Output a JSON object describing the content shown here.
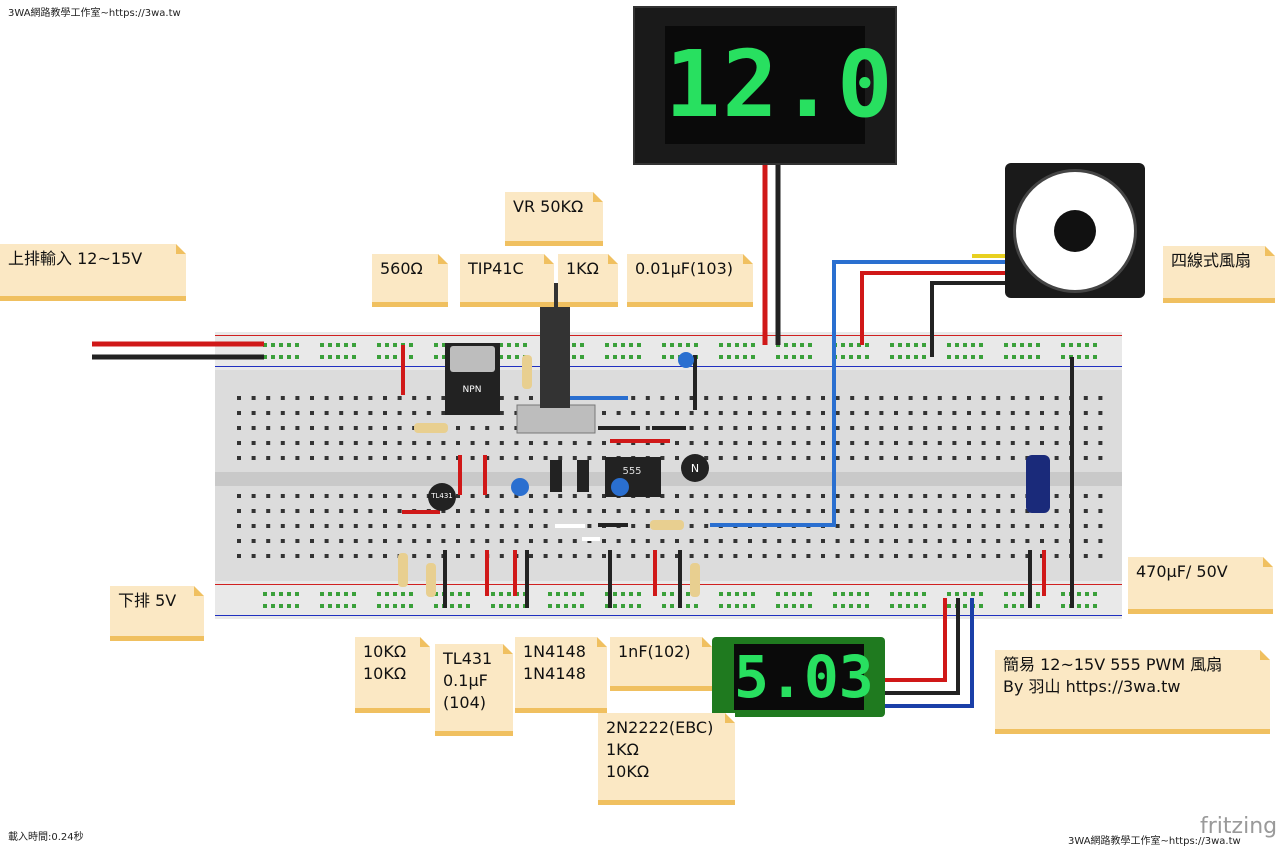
{
  "watermarks": {
    "top_left": "3WA網路教學工作室~https://3wa.tw",
    "bottom_left": "載入時間:0.24秒",
    "bottom_right": "3WA網路教學工作室~https://3wa.tw",
    "fritzing": "fritzing"
  },
  "displays": {
    "top_voltmeter": "12.0",
    "bottom_voltmeter": "5.03"
  },
  "labels": {
    "input_top": "上排輸入 12~15V",
    "r560": "560Ω",
    "tip41c": "TIP41C",
    "vr50k": "VR 50KΩ",
    "r1k": "1KΩ",
    "c103": "0.01µF(103)",
    "fan4": "四線式風扇",
    "c470": "470µF/ 50V",
    "lower_5v": "下排 5V",
    "r10k": "10KΩ\n10KΩ",
    "tl431": "TL431\n0.1µF\n(104)",
    "d1n4148": "1N4148\n1N4148",
    "c102": "1nF(102)",
    "q2n2222": "2N2222(EBC)\n1KΩ\n10KΩ",
    "title": "簡易 12~15V 555 PWM 風扇\nBy 羽山 https://3wa.tw"
  },
  "parts": {
    "ic_label": "555",
    "transistor_label": "N",
    "tl431_mark": "TL\n431",
    "tip41c_mark": "NPN"
  },
  "colors": {
    "note_bg": "#fbe8c4",
    "note_edge": "#f0c060",
    "wire_red": "#d01818",
    "wire_black": "#222222",
    "wire_blue": "#2a6fd0",
    "display_green": "#28e060"
  }
}
